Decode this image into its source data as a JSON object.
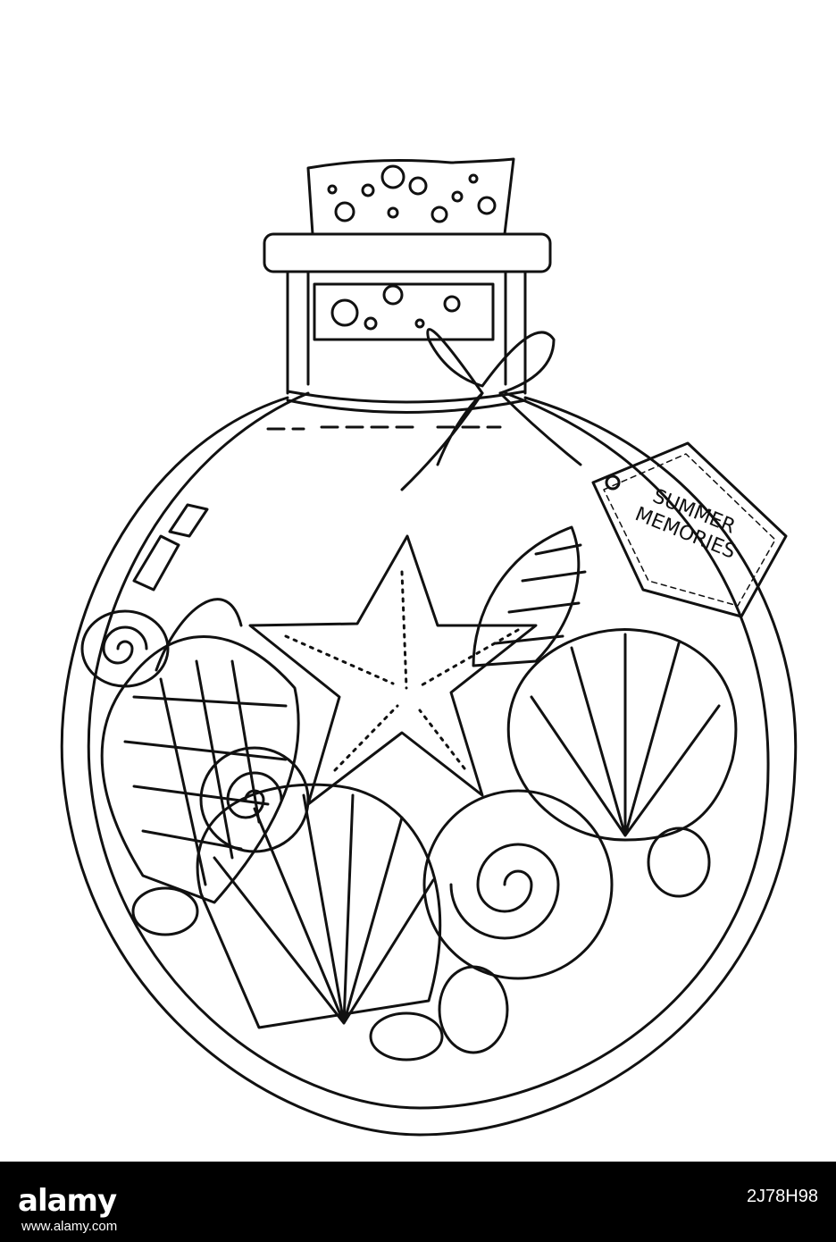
{
  "tag": {
    "line1": "SUMMER",
    "line2": "MEMORIES"
  },
  "footer": {
    "logo": "alamy",
    "image_id": "2J78H98",
    "url": "www.alamy.com"
  },
  "colors": {
    "ink": "#111111",
    "paper": "#ffffff",
    "footer_bg": "#000000",
    "footer_text": "#ffffff"
  }
}
